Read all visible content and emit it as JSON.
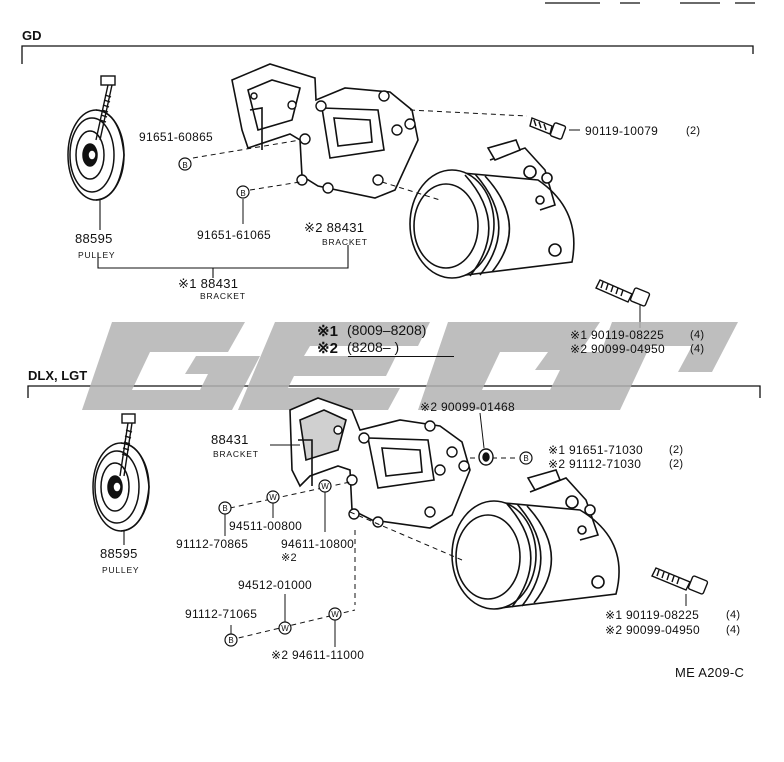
{
  "sections": {
    "gd": "GD",
    "dlx": "DLX, LGT"
  },
  "legend": {
    "m1": "※1",
    "r1": "(8009–8208)",
    "m2": "※2",
    "r2": "(8208–         )"
  },
  "gd": {
    "pulley_no": "88595",
    "pulley_name": "PULLEY",
    "bolt_a": "91651-60865",
    "bolt_b": "91651-61065",
    "bracket2_no": "※2 88431",
    "bracket2_name": "BRACKET",
    "bracket1_no": "※1 88431",
    "bracket1_name": "BRACKET",
    "bolt_top": "90119-10079",
    "bolt_top_qty": "(2)",
    "bolt_r1": "※1 90119-08225",
    "bolt_r1_qty": "(4)",
    "bolt_r2": "※2 90099-04950",
    "bolt_r2_qty": "(4)"
  },
  "dlx": {
    "bracket_no": "88431",
    "bracket_name": "BRACKET",
    "pulley_no": "88595",
    "pulley_name": "PULLEY",
    "nut_top": "※2 90099-01468",
    "bolt_r1": "※1 91651-71030",
    "bolt_r1_qty": "(2)",
    "bolt_r2": "※2 91112-71030",
    "bolt_r2_qty": "(2)",
    "washer_a": "94511-00800",
    "bolt_c": "91112-70865",
    "washer_b": "94611-10800",
    "washer_b_note": "※2",
    "washer_c": "94512-01000",
    "bolt_d": "91112-71065",
    "washer_d": "※2 94611-11000",
    "bolt_b1": "※1 90119-08225",
    "bolt_b1_qty": "(4)",
    "bolt_b2": "※2 90099-04950",
    "bolt_b2_qty": "(4)"
  },
  "watermark_text": "GEG",
  "code": "ME A209-C",
  "colors": {
    "ink": "#111111",
    "watermark": "#b3b3b3"
  }
}
